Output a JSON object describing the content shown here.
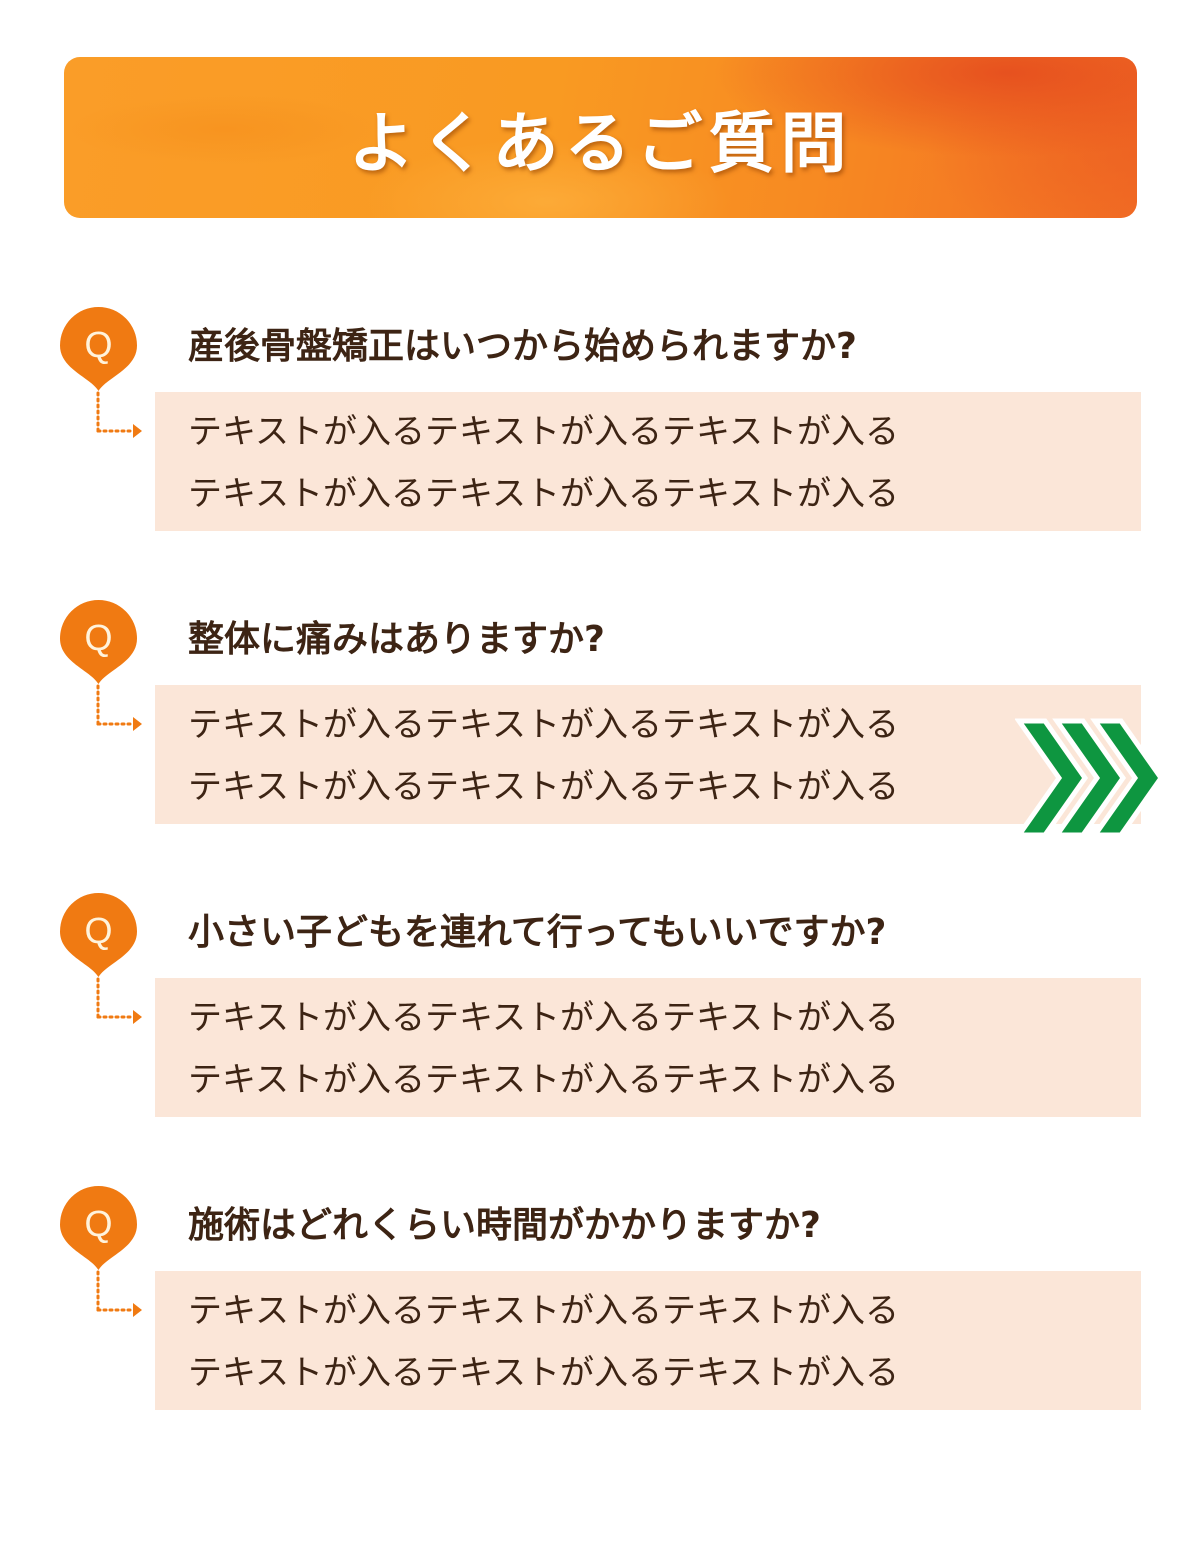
{
  "header": {
    "title": "よくあるご質問"
  },
  "colors": {
    "accent_orange": "#f07a12",
    "answer_bg": "#fbe6d8",
    "text_brown": "#3d2414",
    "chevron_green": "#0e9640"
  },
  "faq": {
    "items": [
      {
        "badge": "Q",
        "question": "産後骨盤矯正はいつから始められますか?",
        "answer": [
          "テキストが入るテキストが入るテキストが入る",
          "テキストが入るテキストが入るテキストが入る"
        ]
      },
      {
        "badge": "Q",
        "question": "整体に痛みはありますか?",
        "answer": [
          "テキストが入るテキストが入るテキストが入る",
          "テキストが入るテキストが入るテキストが入る"
        ]
      },
      {
        "badge": "Q",
        "question": "小さい子どもを連れて行ってもいいですか?",
        "answer": [
          "テキストが入るテキストが入るテキストが入る",
          "テキストが入るテキストが入るテキストが入る"
        ]
      },
      {
        "badge": "Q",
        "question": "施術はどれくらい時間がかかりますか?",
        "answer": [
          "テキストが入るテキストが入るテキストが入る",
          "テキストが入るテキストが入るテキストが入る"
        ]
      }
    ]
  },
  "icons": {
    "pin": "location-pin-icon",
    "connector": "dotted-arrow-icon",
    "next": "triple-chevron-right-icon"
  }
}
